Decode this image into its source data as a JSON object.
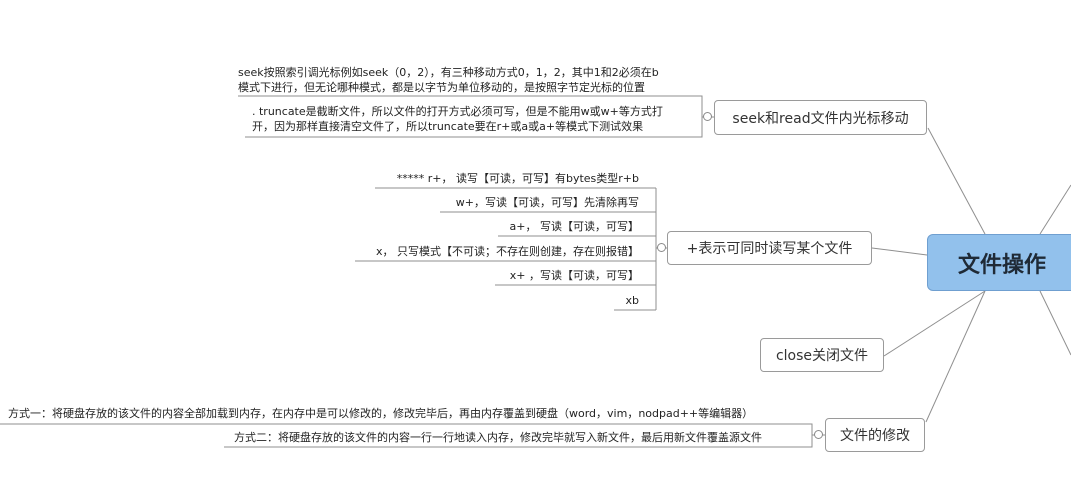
{
  "root": {
    "label": "文件操作"
  },
  "branches": {
    "seek": {
      "label": "seek和read文件内光标移动",
      "leaves": [
        {
          "line1": "seek按照索引调光标例如seek（0，2），有三种移动方式0，1，2，其中1和2必须在b",
          "line2": "模式下进行，但无论哪种模式，都是以字节为单位移动的，是按照字节定光标的位置"
        },
        {
          "line1": ". truncate是截断文件，所以文件的打开方式必须可写，但是不能用w或w+等方式打",
          "line2": "开，因为那样直接清空文件了，所以truncate要在r+或a或a+等模式下测试效果"
        }
      ]
    },
    "plus": {
      "label": "+表示可同时读写某个文件",
      "leaves": [
        "*****  r+， 读写【可读，可写】有bytes类型r+b",
        "w+，写读【可读，可写】先清除再写",
        "a+， 写读【可读，可写】",
        "x， 只写模式【不可读；不存在则创建，存在则报错】",
        "x+ ，写读【可读，可写】",
        "xb"
      ]
    },
    "close": {
      "label": "close关闭文件"
    },
    "modify": {
      "label": "文件的修改",
      "leaves": [
        "方式一：将硬盘存放的该文件的内容全部加载到内存，在内存中是可以修改的，修改完毕后，再由内存覆盖到硬盘（word，vim，nodpad++等编辑器）",
        "方式二：将硬盘存放的该文件的内容一行一行地读入内存，修改完毕就写入新文件，最后用新文件覆盖源文件"
      ]
    }
  }
}
